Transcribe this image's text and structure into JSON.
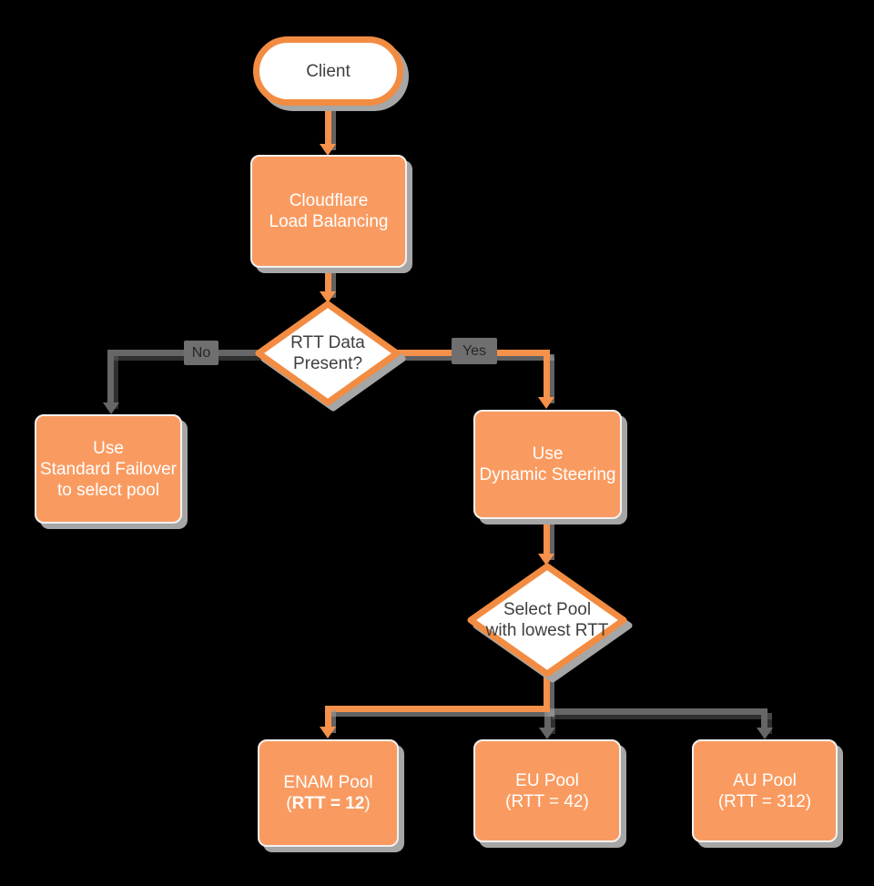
{
  "title": "Cloudflare Load Balancing decision flowchart",
  "colors": {
    "background": "#000000",
    "node_fill_orange": "#F99B61",
    "shape_border_orange": "#F28C43",
    "edge_orange": "#F5914B",
    "edge_gray": "#666666",
    "shadow_gray": "#A6A6A6",
    "edge_label_bg": "#6F6F6F",
    "text_dark": "#3F3F3F",
    "text_light": "#FFFFFF"
  },
  "nodes": {
    "client": {
      "label": "Client"
    },
    "load_balancing": {
      "lines": [
        "Cloudflare",
        "Load Balancing"
      ]
    },
    "rtt_decision": {
      "lines": [
        "RTT Data",
        "Present?"
      ]
    },
    "standard_failover": {
      "lines": [
        "Use",
        "Standard Failover",
        "to select pool"
      ]
    },
    "dynamic_steering": {
      "lines": [
        "Use",
        "Dynamic Steering"
      ]
    },
    "select_pool": {
      "lines": [
        "Select Pool",
        "with lowest RTT"
      ]
    },
    "enam_pool": {
      "title": "ENAM Pool",
      "rtt_prefix": "(",
      "rtt_bold": "RTT = 12",
      "rtt_suffix": ")"
    },
    "eu_pool": {
      "lines": [
        "EU Pool",
        "(RTT = 42)"
      ]
    },
    "au_pool": {
      "lines": [
        "AU Pool",
        "(RTT = 312)"
      ]
    }
  },
  "edge_labels": {
    "no": "No",
    "yes": "Yes"
  }
}
